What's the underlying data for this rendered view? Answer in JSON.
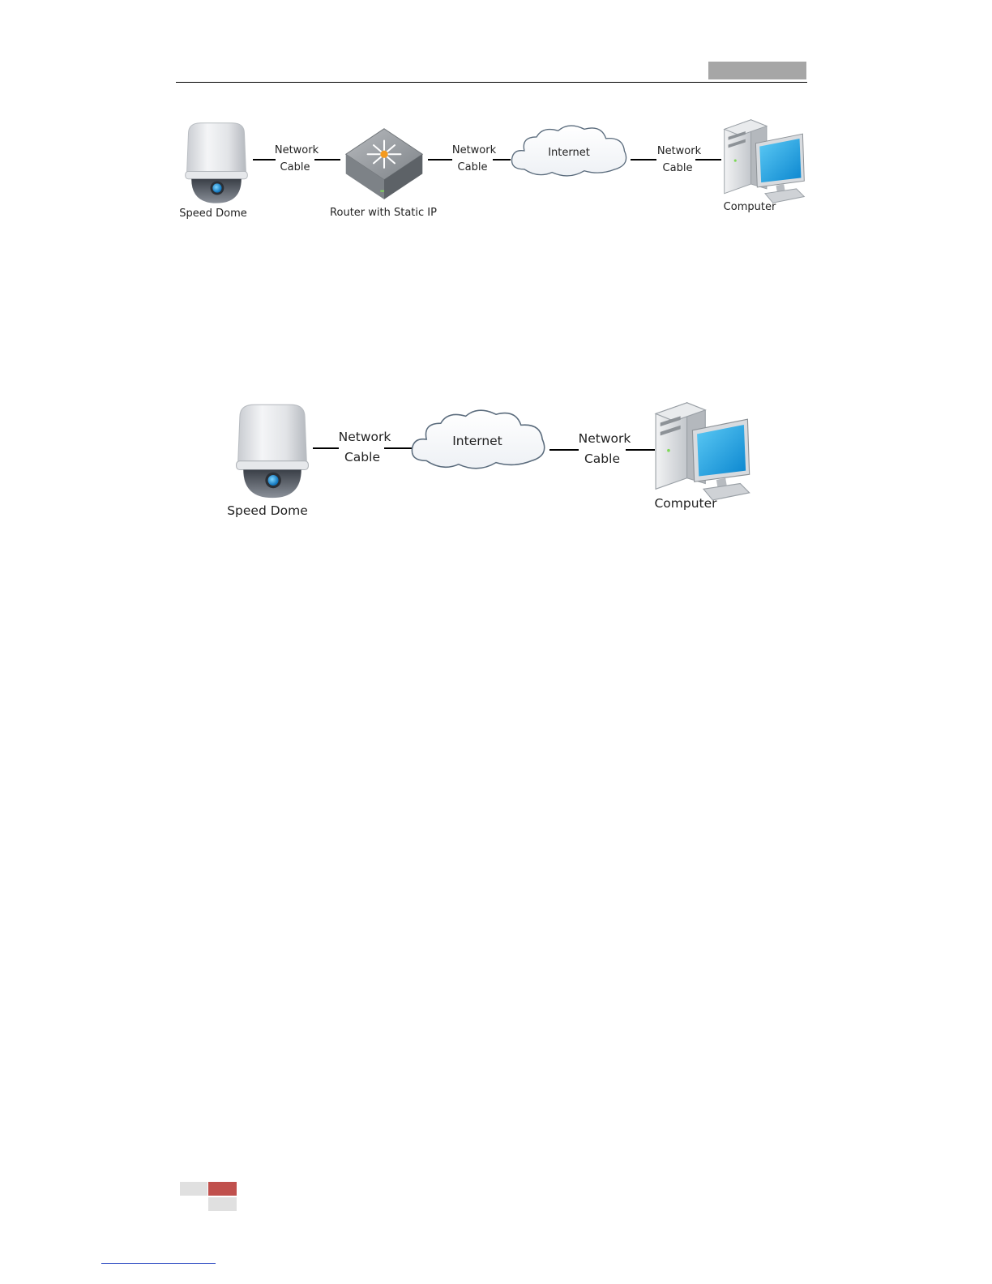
{
  "colors": {
    "accent_red": "#c0504d",
    "header_tab_gray": "#a6a6a6",
    "footer_gray": "#e0e0e0",
    "screen_blue": "#1ea3e3",
    "cable": "#000000"
  },
  "diagrams": [
    {
      "nodes": {
        "speed_dome": "Speed Dome",
        "router": "Router with Static IP",
        "internet": "Internet",
        "computer": "Computer"
      },
      "cables": [
        {
          "line1": "Network",
          "line2": "Cable"
        },
        {
          "line1": "Network",
          "line2": "Cable"
        },
        {
          "line1": "Network",
          "line2": "Cable"
        }
      ]
    },
    {
      "nodes": {
        "speed_dome": "Speed Dome",
        "internet": "Internet",
        "computer": "Computer"
      },
      "cables": [
        {
          "line1": "Network",
          "line2": "Cable"
        },
        {
          "line1": "Network",
          "line2": "Cable"
        }
      ]
    }
  ]
}
